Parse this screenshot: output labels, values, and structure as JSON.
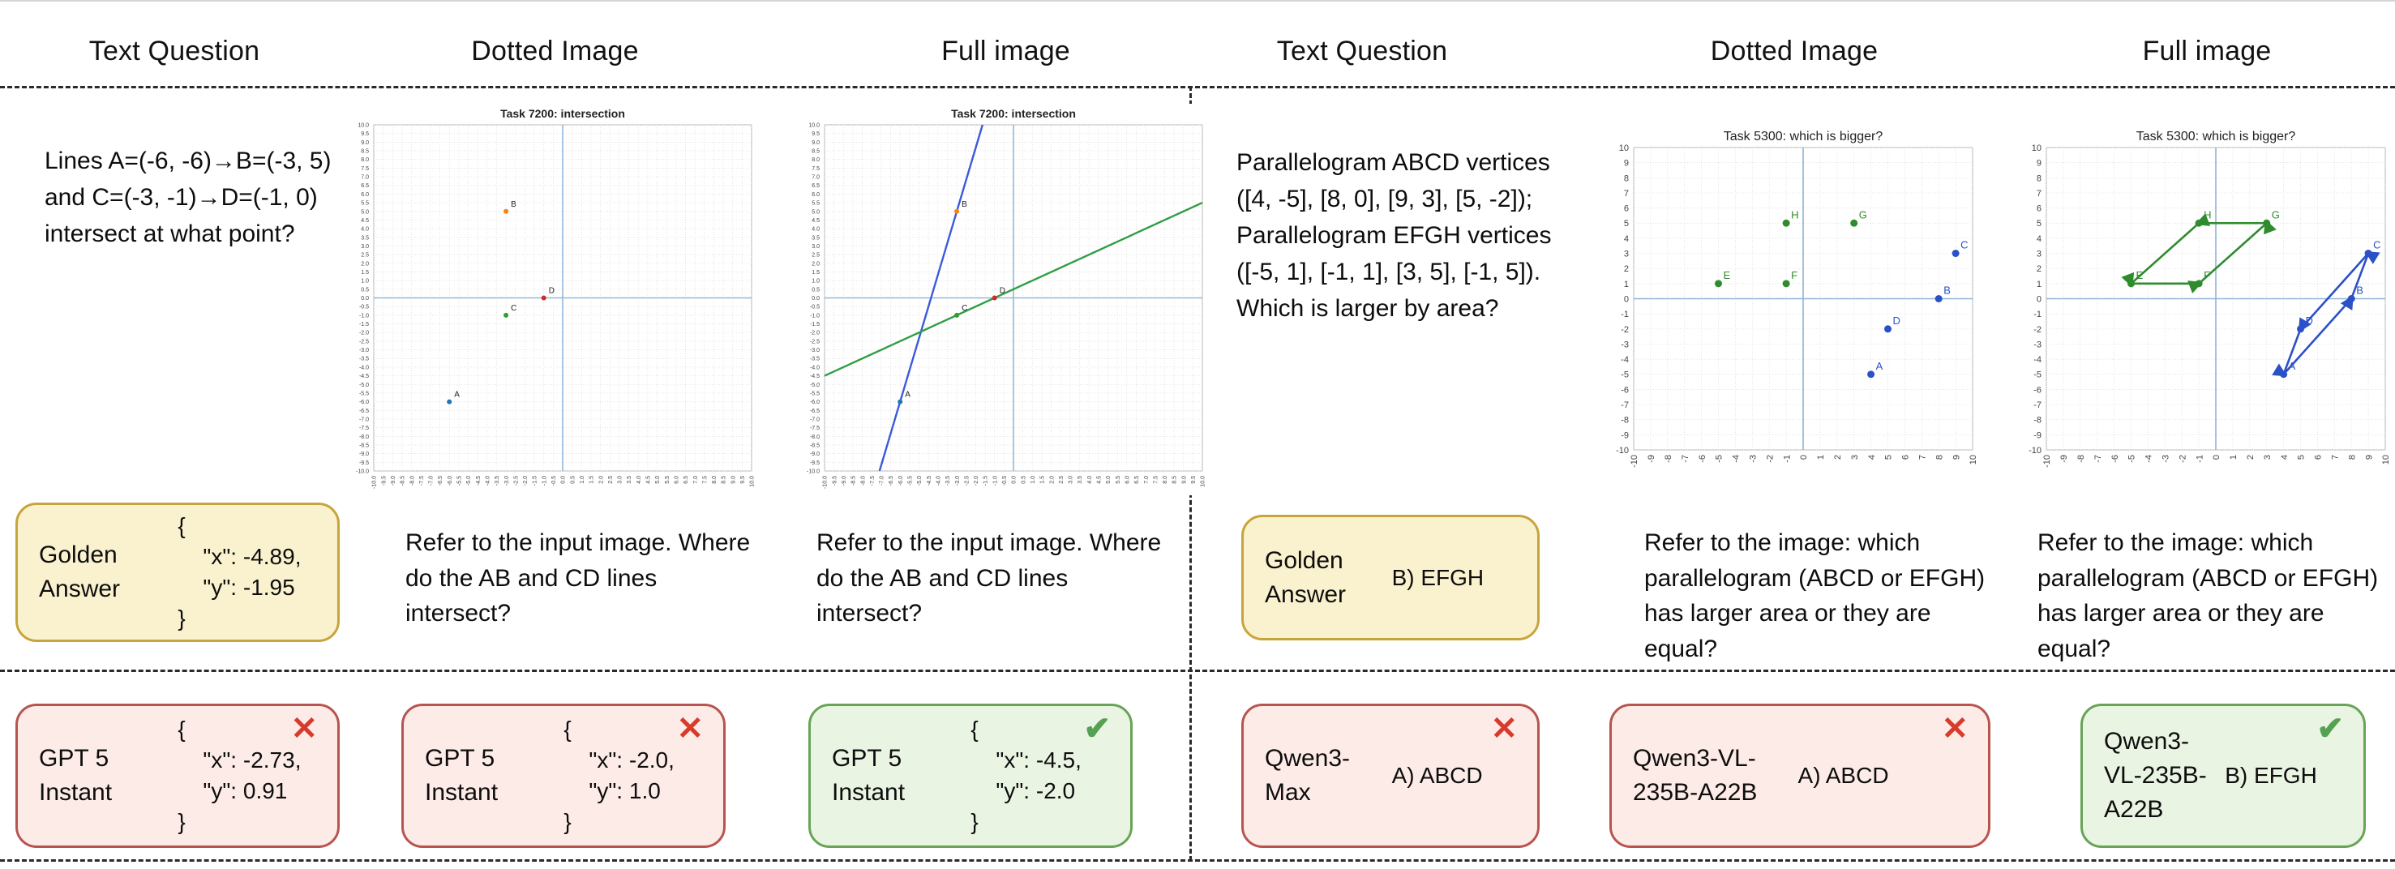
{
  "headers": [
    "Text Question",
    "Dotted Image",
    "Full image",
    "Text Question",
    "Dotted Image",
    "Full image"
  ],
  "icons": {
    "incorrect": "✕",
    "correct": "✔"
  },
  "colors": {
    "golden_bg": "#faf2cf",
    "golden_border": "#c8a43c",
    "wrong_bg": "#fdebe7",
    "wrong_border": "#b85450",
    "correct_bg": "#eaf4e3",
    "correct_border": "#67a456",
    "cross": "#d93b2b",
    "check": "#55a152"
  },
  "left": {
    "question": "Lines A=(-6, -6)→B=(-3, 5) and C=(-3, -1)→D=(-1, 0) intersect at what point?",
    "golden_label": "Golden Answer",
    "golden_value": "{\n    \"x\": -4.89,\n    \"y\": -1.95\n}",
    "dotted_prompt": "Refer to the input image. Where do the AB and CD lines intersect?",
    "full_prompt": "Refer to the input image. Where do the AB and CD lines intersect?",
    "answers": [
      {
        "model": "GPT 5 Instant",
        "value": "{\n    \"x\": -2.73,\n    \"y\": 0.91\n}",
        "verdict": "incorrect"
      },
      {
        "model": "GPT 5 Instant",
        "value": "{\n    \"x\": -2.0,\n    \"y\": 1.0\n}",
        "verdict": "incorrect"
      },
      {
        "model": "GPT 5 Instant",
        "value": "{\n    \"x\": -4.5,\n    \"y\": -2.0\n}",
        "verdict": "correct"
      }
    ]
  },
  "right": {
    "question": "Parallelogram ABCD vertices ([4, -5], [8, 0], [9, 3], [5, -2]); Parallelogram EFGH vertices ([-5, 1], [-1, 1], [3, 5], [-1, 5]). Which is larger by area?",
    "golden_label": "Golden Answer",
    "golden_value": "B) EFGH",
    "dotted_prompt": "Refer to the image: which parallelogram (ABCD or EFGH) has larger area or they are equal?",
    "full_prompt": "Refer to the image: which parallelogram (ABCD or EFGH) has larger area or they are equal?",
    "answers": [
      {
        "model": "Qwen3-Max",
        "value": "A) ABCD",
        "verdict": "incorrect"
      },
      {
        "model": "Qwen3-VL-235B-A22B",
        "value": "A) ABCD",
        "verdict": "incorrect"
      },
      {
        "model": "Qwen3-VL-235B-A22B",
        "value": "B) EFGH",
        "verdict": "correct"
      }
    ]
  },
  "chart_data": [
    {
      "id": "left-dotted",
      "type": "scatter",
      "title": "Task 7200: intersection",
      "xlim": [
        -10,
        10
      ],
      "ylim": [
        -10,
        10
      ],
      "tick_step": 0.5,
      "grid_step": 0.5,
      "density": "dense",
      "axis_color": "#92b7d8",
      "label_color": "#222222",
      "points": [
        {
          "label": "A",
          "x": -6,
          "y": -6,
          "color": "#1f77b4"
        },
        {
          "label": "B",
          "x": -3,
          "y": 5,
          "color": "#ff7f0e"
        },
        {
          "label": "C",
          "x": -3,
          "y": -1,
          "color": "#2ca02c"
        },
        {
          "label": "D",
          "x": -1,
          "y": 0,
          "color": "#d62728"
        }
      ],
      "lines": [],
      "polygons": []
    },
    {
      "id": "left-full",
      "type": "scatter",
      "title": "Task 7200: intersection",
      "xlim": [
        -10,
        10
      ],
      "ylim": [
        -10,
        10
      ],
      "tick_step": 0.5,
      "grid_step": 0.5,
      "density": "dense",
      "axis_color": "#92b7d8",
      "label_color": "#222222",
      "points": [
        {
          "label": "A",
          "x": -6,
          "y": -6,
          "color": "#1f77b4"
        },
        {
          "label": "B",
          "x": -3,
          "y": 5,
          "color": "#ff7f0e"
        },
        {
          "label": "C",
          "x": -3,
          "y": -1,
          "color": "#2ca02c"
        },
        {
          "label": "D",
          "x": -1,
          "y": 0,
          "color": "#d62728"
        }
      ],
      "lines": [
        {
          "p1": "A",
          "p2": "B",
          "color": "#3b5bdb"
        },
        {
          "p1": "C",
          "p2": "D",
          "color": "#2f9e44"
        }
      ],
      "polygons": []
    },
    {
      "id": "right-dotted",
      "type": "scatter",
      "title": "Task 5300: which is bigger?",
      "xlim": [
        -10,
        10
      ],
      "ylim": [
        -10,
        10
      ],
      "tick_step": 1,
      "grid_step": 1,
      "density": "coarse",
      "axis_color": "#8fb3d9",
      "label_color": "auto",
      "points": [
        {
          "label": "A",
          "x": 4,
          "y": -5,
          "color": "#2b50c8"
        },
        {
          "label": "B",
          "x": 8,
          "y": 0,
          "color": "#2b50c8"
        },
        {
          "label": "C",
          "x": 9,
          "y": 3,
          "color": "#2b50c8"
        },
        {
          "label": "D",
          "x": 5,
          "y": -2,
          "color": "#2b50c8"
        },
        {
          "label": "E",
          "x": -5,
          "y": 1,
          "color": "#2e8b2e"
        },
        {
          "label": "F",
          "x": -1,
          "y": 1,
          "color": "#2e8b2e"
        },
        {
          "label": "G",
          "x": 3,
          "y": 5,
          "color": "#2e8b2e"
        },
        {
          "label": "H",
          "x": -1,
          "y": 5,
          "color": "#2e8b2e"
        }
      ],
      "lines": [],
      "polygons": []
    },
    {
      "id": "right-full",
      "type": "scatter",
      "title": "Task 5300: which is bigger?",
      "xlim": [
        -10,
        10
      ],
      "ylim": [
        -10,
        10
      ],
      "tick_step": 1,
      "grid_step": 1,
      "density": "coarse",
      "axis_color": "#8fb3d9",
      "label_color": "auto",
      "points": [
        {
          "label": "A",
          "x": 4,
          "y": -5,
          "color": "#2b50c8"
        },
        {
          "label": "B",
          "x": 8,
          "y": 0,
          "color": "#2b50c8"
        },
        {
          "label": "C",
          "x": 9,
          "y": 3,
          "color": "#2b50c8"
        },
        {
          "label": "D",
          "x": 5,
          "y": -2,
          "color": "#2b50c8"
        },
        {
          "label": "E",
          "x": -5,
          "y": 1,
          "color": "#2e8b2e"
        },
        {
          "label": "F",
          "x": -1,
          "y": 1,
          "color": "#2e8b2e"
        },
        {
          "label": "G",
          "x": 3,
          "y": 5,
          "color": "#2e8b2e"
        },
        {
          "label": "H",
          "x": -1,
          "y": 5,
          "color": "#2e8b2e"
        }
      ],
      "lines": [],
      "polygons": [
        {
          "points": [
            "E",
            "F",
            "G",
            "H"
          ],
          "color": "#2e8b2e"
        },
        {
          "points": [
            "A",
            "B",
            "C",
            "D"
          ],
          "color": "#2b50c8"
        }
      ]
    }
  ]
}
